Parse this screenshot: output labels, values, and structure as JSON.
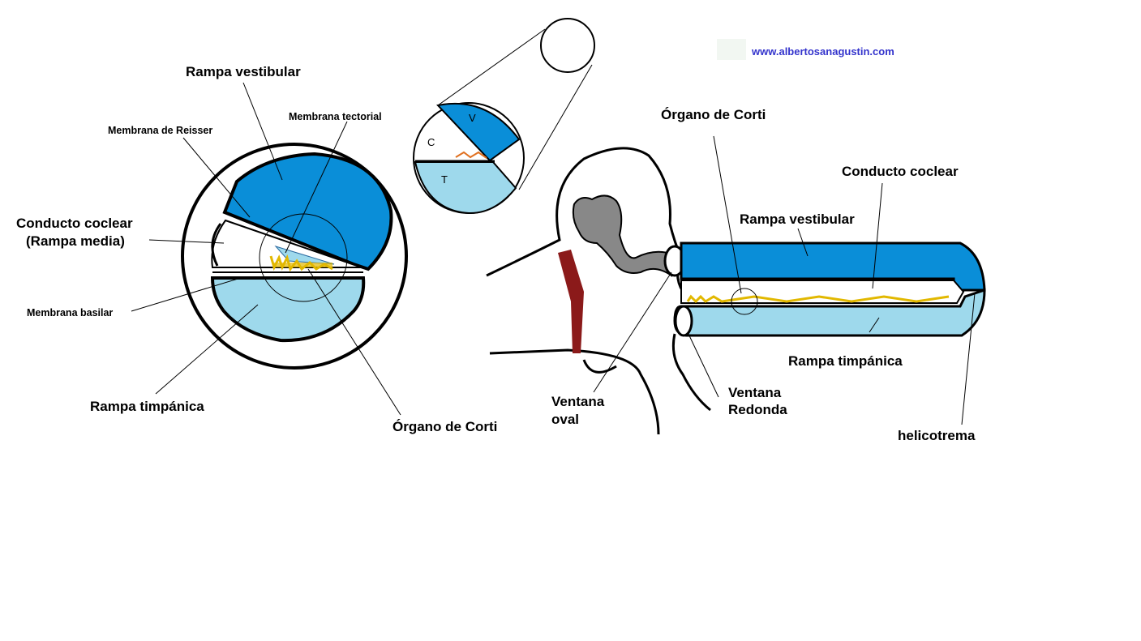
{
  "website": "www.albertosanagustin.com",
  "cross_section": {
    "labels": {
      "rampa_vestibular": "Rampa vestibular",
      "membrana_reisser": "Membrana de Reisser",
      "membrana_tectorial": "Membrana tectorial",
      "conducto_coclear_l1": "Conducto coclear",
      "conducto_coclear_l2": "(Rampa media)",
      "membrana_basilar": "Membrana basilar",
      "rampa_timpanica": "Rampa timpánica",
      "organo_corti": "Órgano de Corti"
    }
  },
  "inset": {
    "letters": {
      "v": "V",
      "c": "C",
      "t": "T"
    }
  },
  "ear": {
    "labels": {
      "organo_corti": "Órgano de Corti",
      "conducto_coclear": "Conducto coclear",
      "rampa_vestibular": "Rampa vestibular",
      "rampa_timpanica": "Rampa timpánica",
      "ventana_oval_l1": "Ventana",
      "ventana_oval_l2": "oval",
      "ventana_redonda_l1": "Ventana",
      "ventana_redonda_l2": "Redonda",
      "helicotrema": "helicotrema"
    }
  },
  "colors": {
    "vestibular": "#0a8ed8",
    "timpanica": "#9ed9ec",
    "corti": "#e2b800",
    "tympanic_membrane": "#8b1a1a",
    "ossicles": "#888888",
    "url": "#3333cc"
  }
}
